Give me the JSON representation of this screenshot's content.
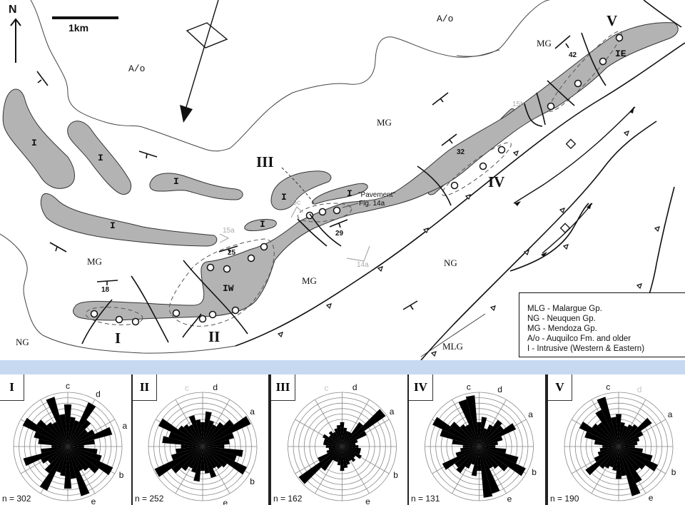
{
  "map": {
    "north_label": "N",
    "scale_label": "1km",
    "unit_labels": [
      {
        "text": "A/o",
        "style": "mono"
      },
      {
        "text": "A/o",
        "style": "mono"
      },
      {
        "text": "MG",
        "style": "serif"
      },
      {
        "text": "MG",
        "style": "serif"
      },
      {
        "text": "MG",
        "style": "serif"
      },
      {
        "text": "MG",
        "style": "serif"
      },
      {
        "text": "NG",
        "style": "serif"
      },
      {
        "text": "NG",
        "style": "serif"
      },
      {
        "text": "MLG",
        "style": "serif"
      }
    ],
    "intrusive_labels": [
      "I",
      "I",
      "I",
      "I",
      "I",
      "I",
      "I",
      "IW",
      "IE"
    ],
    "site_labels": [
      "I",
      "II",
      "III",
      "IV",
      "V"
    ],
    "dip_values": [
      "18",
      "25",
      "29",
      "32",
      "42"
    ],
    "figure_refs": [
      "15a",
      "15b",
      "15c",
      "14a"
    ],
    "annotation": {
      "line1": "\"Pavement\"",
      "line2": "Fig. 14a"
    },
    "colors": {
      "intrusive_fill": "#b3b3b3",
      "band": "#c6d9f1",
      "fig_ref": "#aaaaaa"
    }
  },
  "legend": {
    "entries": [
      "MLG - Malargue Gp.",
      "NG - Neuquen Gp.",
      "MG - Mendoza Gp.",
      "A/o - Auquilco Fm. and older",
      "I - Intrusive (Western & Eastern)"
    ]
  },
  "chart_data": [
    {
      "type": "rose",
      "title": "I",
      "n_label": "n = 302",
      "n": 302,
      "set_labels": [
        {
          "text": "c",
          "deg": 0,
          "faded": false
        },
        {
          "text": "d",
          "deg": 30,
          "faded": false
        },
        {
          "text": "a",
          "deg": 70,
          "faded": false
        },
        {
          "text": "b",
          "deg": 118,
          "faded": false
        },
        {
          "text": "e",
          "deg": 155,
          "faded": false
        }
      ],
      "petals": [
        [
          0,
          0.78
        ],
        [
          10,
          0.55
        ],
        [
          20,
          0.5
        ],
        [
          30,
          0.9
        ],
        [
          40,
          0.6
        ],
        [
          50,
          0.45
        ],
        [
          60,
          0.55
        ],
        [
          70,
          0.85
        ],
        [
          80,
          0.5
        ],
        [
          90,
          0.3
        ],
        [
          100,
          0.55
        ],
        [
          110,
          0.65
        ],
        [
          120,
          0.92
        ],
        [
          130,
          0.7
        ],
        [
          140,
          0.55
        ],
        [
          150,
          0.5
        ],
        [
          160,
          0.95
        ],
        [
          170,
          0.6
        ]
      ]
    },
    {
      "type": "rose",
      "title": "II",
      "n_label": "n = 252",
      "n": 252,
      "set_labels": [
        {
          "text": "c",
          "deg": -15,
          "faded": true
        },
        {
          "text": "d",
          "deg": 12,
          "faded": false
        },
        {
          "text": "a",
          "deg": 55,
          "faded": false
        },
        {
          "text": "b",
          "deg": 125,
          "faded": false
        },
        {
          "text": "e",
          "deg": 158,
          "faded": false
        }
      ],
      "petals": [
        [
          0,
          0.45
        ],
        [
          10,
          0.65
        ],
        [
          20,
          0.5
        ],
        [
          30,
          0.45
        ],
        [
          40,
          0.55
        ],
        [
          50,
          0.7
        ],
        [
          60,
          0.98
        ],
        [
          70,
          0.6
        ],
        [
          80,
          0.5
        ],
        [
          90,
          0.4
        ],
        [
          100,
          0.75
        ],
        [
          110,
          0.65
        ],
        [
          120,
          0.9
        ],
        [
          130,
          0.55
        ],
        [
          140,
          0.5
        ],
        [
          150,
          0.45
        ],
        [
          160,
          0.6
        ],
        [
          170,
          0.5
        ]
      ]
    },
    {
      "type": "rose",
      "title": "III",
      "n_label": "n = 162",
      "n": 162,
      "set_labels": [
        {
          "text": "c",
          "deg": -15,
          "faded": true
        },
        {
          "text": "d",
          "deg": 12,
          "faded": false
        },
        {
          "text": "a",
          "deg": 55,
          "faded": false
        },
        {
          "text": "b",
          "deg": 118,
          "faded": false
        },
        {
          "text": "e",
          "deg": 155,
          "faded": false
        }
      ],
      "petals": [
        [
          0,
          0.45
        ],
        [
          10,
          0.35
        ],
        [
          20,
          0.3
        ],
        [
          30,
          0.3
        ],
        [
          40,
          0.55
        ],
        [
          50,
          0.98
        ],
        [
          60,
          0.5
        ],
        [
          70,
          0.3
        ],
        [
          80,
          0.25
        ],
        [
          90,
          0.3
        ],
        [
          100,
          0.35
        ],
        [
          110,
          0.35
        ],
        [
          120,
          0.4
        ],
        [
          130,
          0.3
        ],
        [
          140,
          0.35
        ],
        [
          150,
          0.3
        ],
        [
          160,
          0.35
        ],
        [
          170,
          0.4
        ]
      ]
    },
    {
      "type": "rose",
      "title": "IV",
      "n_label": "n = 131",
      "n": 131,
      "set_labels": [
        {
          "text": "c",
          "deg": -10,
          "faded": false
        },
        {
          "text": "d",
          "deg": 20,
          "faded": false
        },
        {
          "text": "a",
          "deg": 58,
          "faded": false
        },
        {
          "text": "b",
          "deg": 115,
          "faded": false
        },
        {
          "text": "e",
          "deg": 150,
          "faded": false
        }
      ],
      "petals": [
        [
          0,
          0.45
        ],
        [
          10,
          0.55
        ],
        [
          20,
          0.35
        ],
        [
          30,
          0.45
        ],
        [
          40,
          0.6
        ],
        [
          50,
          0.55
        ],
        [
          60,
          0.75
        ],
        [
          70,
          0.45
        ],
        [
          80,
          0.35
        ],
        [
          90,
          0.3
        ],
        [
          100,
          0.5
        ],
        [
          110,
          0.75
        ],
        [
          120,
          0.95
        ],
        [
          130,
          0.65
        ],
        [
          140,
          0.5
        ],
        [
          150,
          0.45
        ],
        [
          160,
          0.9
        ],
        [
          170,
          0.95
        ]
      ]
    },
    {
      "type": "rose",
      "title": "V",
      "n_label": "n = 190",
      "n": 190,
      "set_labels": [
        {
          "text": "c",
          "deg": -10,
          "faded": false
        },
        {
          "text": "d",
          "deg": 20,
          "faded": true
        },
        {
          "text": "a",
          "deg": 58,
          "faded": false
        },
        {
          "text": "b",
          "deg": 115,
          "faded": false
        },
        {
          "text": "e",
          "deg": 148,
          "faded": false
        }
      ],
      "petals": [
        [
          0,
          0.6
        ],
        [
          10,
          0.45
        ],
        [
          20,
          0.4
        ],
        [
          30,
          0.45
        ],
        [
          40,
          0.5
        ],
        [
          50,
          0.75
        ],
        [
          60,
          0.5
        ],
        [
          70,
          0.4
        ],
        [
          80,
          0.35
        ],
        [
          90,
          0.3
        ],
        [
          100,
          0.45
        ],
        [
          110,
          0.65
        ],
        [
          120,
          0.8
        ],
        [
          130,
          0.6
        ],
        [
          140,
          0.55
        ],
        [
          150,
          0.75
        ],
        [
          160,
          0.95
        ],
        [
          170,
          0.55
        ]
      ]
    }
  ]
}
